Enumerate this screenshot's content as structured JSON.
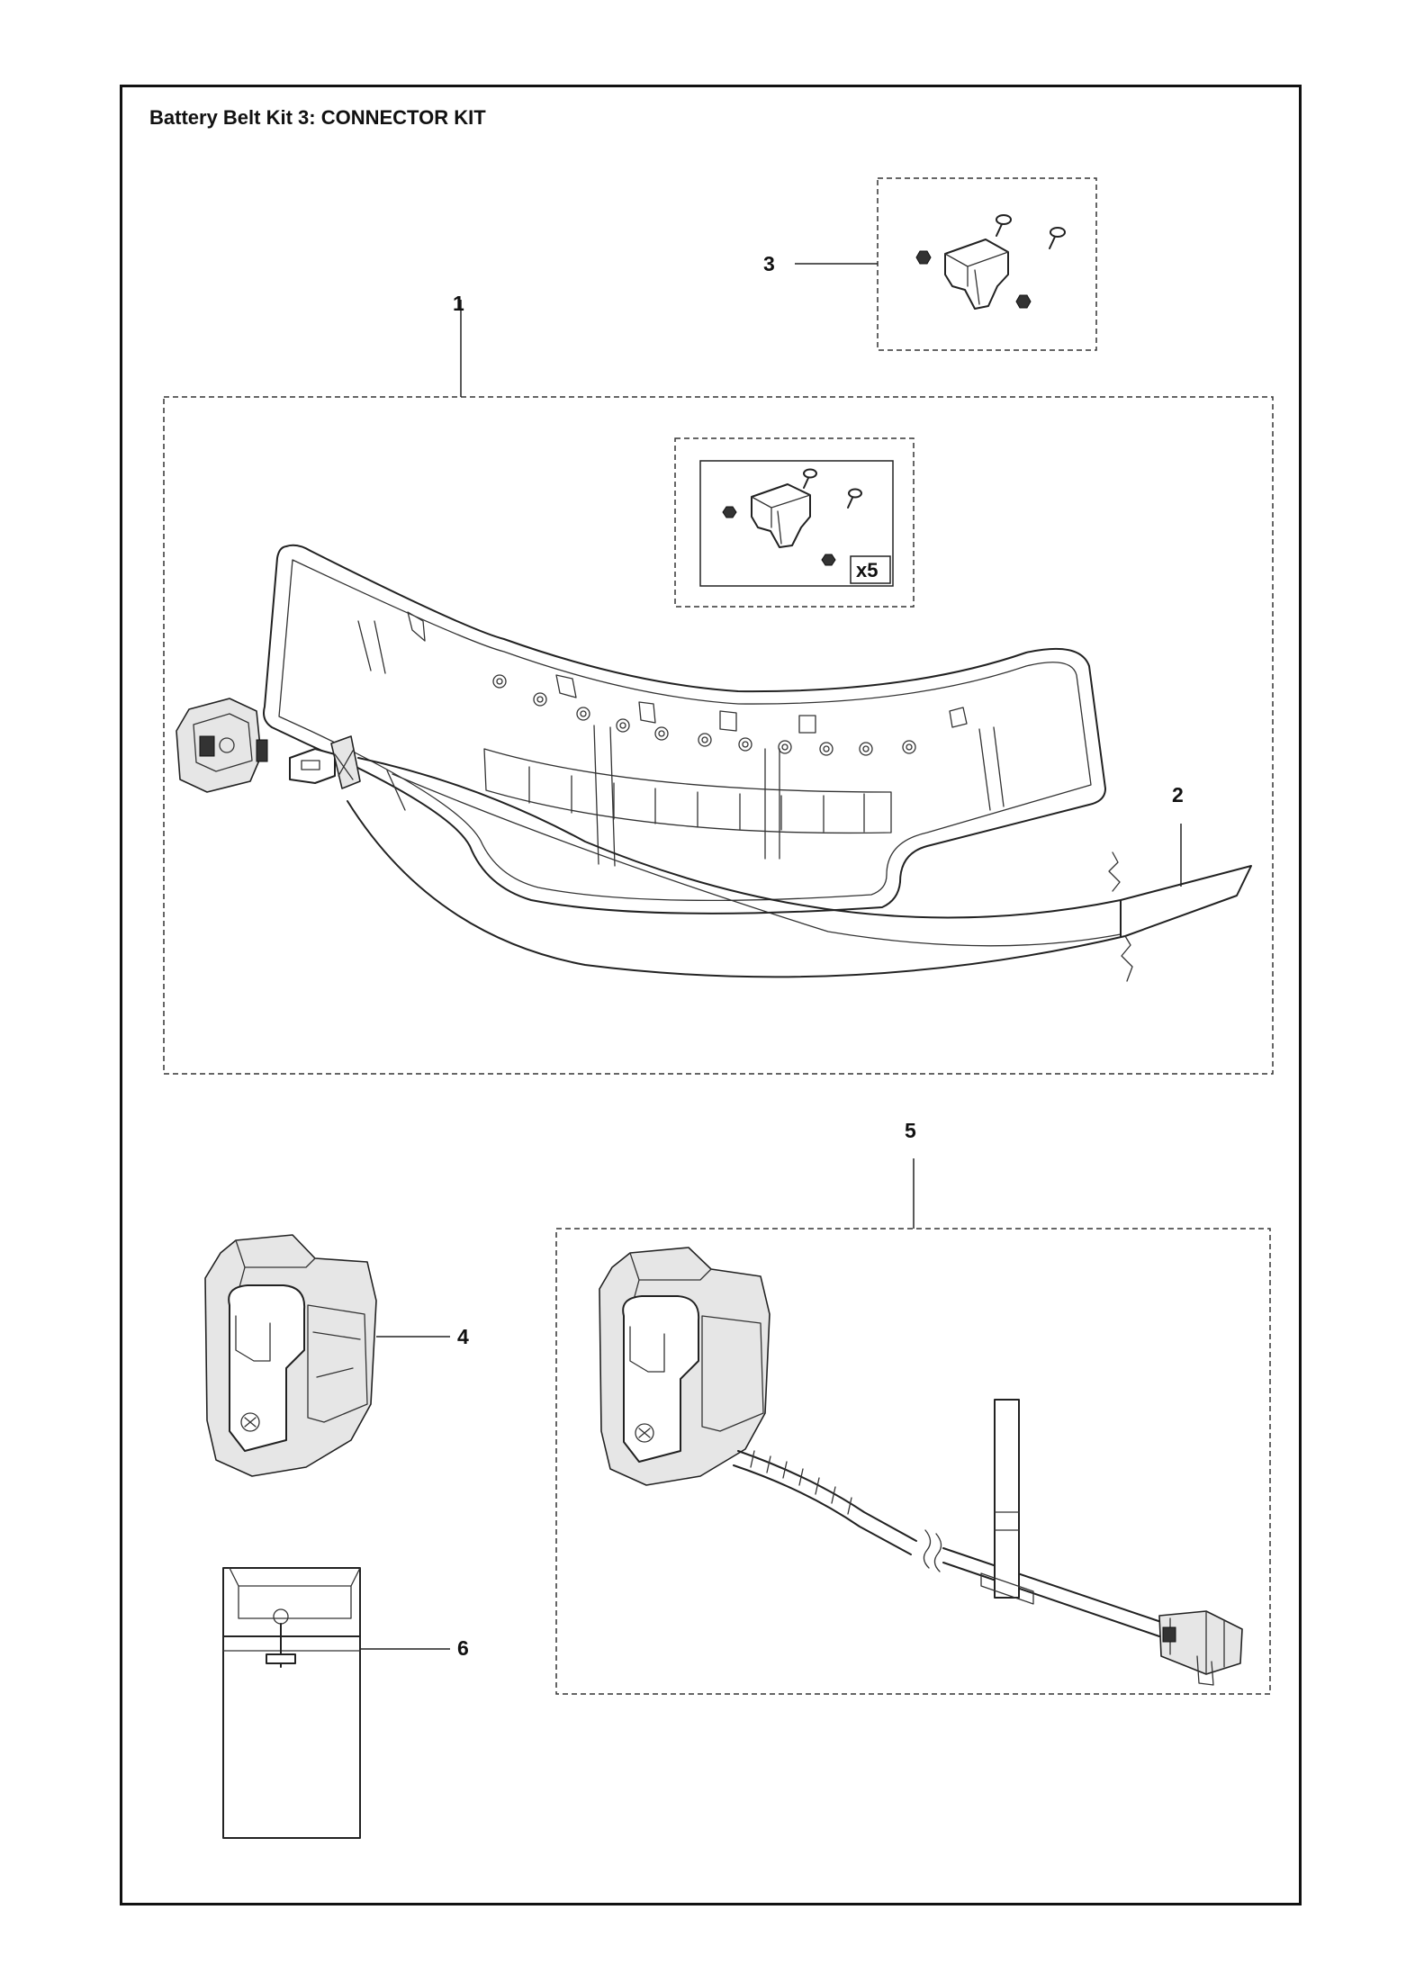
{
  "title": "Battery Belt Kit 3: CONNECTOR KIT",
  "callouts": [
    "1",
    "2",
    "3",
    "4",
    "5",
    "6"
  ],
  "quantity_badge": "x5",
  "parts": [
    {
      "callout": "1",
      "name": "battery belt"
    },
    {
      "callout": "2",
      "name": "belt strap"
    },
    {
      "callout": "3",
      "name": "connector clip kit"
    },
    {
      "callout": "4",
      "name": "battery holder"
    },
    {
      "callout": "5",
      "name": "battery holder with cable"
    },
    {
      "callout": "6",
      "name": "holder cover"
    }
  ]
}
